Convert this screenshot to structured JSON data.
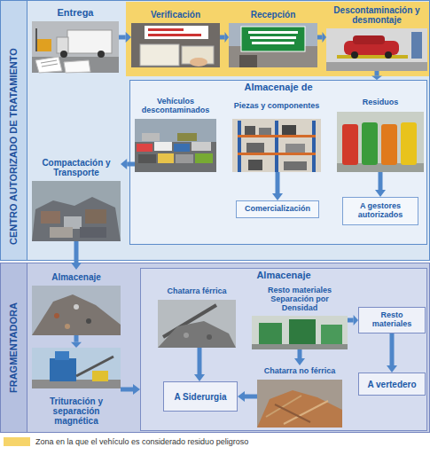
{
  "diagram": {
    "nodes": [
      {
        "text": [
          "CENTRO AUTORIZADO DE TRATAMIENTO"
        ]
      },
      {
        "text": [
          "Entrega"
        ],
        "in": 0
      },
      {
        "text": [
          "Verificación"
        ],
        "in": 0
      },
      {
        "text": [
          "Recepción"
        ],
        "in": 0
      },
      {
        "text": [
          "Descontaminación y desmontaje"
        ],
        "in": 0
      },
      {
        "text": [
          "Almacenaje de"
        ],
        "in": 0
      },
      {
        "text": [
          "Vehículos descontaminados"
        ],
        "in": 5
      },
      {
        "text": [
          "Piezas y componentes"
        ],
        "in": 5
      },
      {
        "text": [
          "Residuos"
        ],
        "in": 5
      },
      {
        "text": [
          "Compactación y Transporte"
        ],
        "in": 0
      },
      {
        "text": [
          "Comercialización"
        ],
        "in": 5
      },
      {
        "text": [
          "A gestores autorizados"
        ],
        "in": 5
      },
      {
        "text": [
          "FRAGMENTADORA"
        ]
      },
      {
        "text": [
          "Almacenaje"
        ],
        "in": 12
      },
      {
        "text": [
          "Trituración y separación magnética"
        ],
        "in": 12
      },
      {
        "text": [
          "Almacenaje"
        ],
        "in": 12
      },
      {
        "text": [
          "Chatarra férrica"
        ],
        "in": 15
      },
      {
        "text": [
          "Resto materiales Separación por Densidad"
        ],
        "in": 15
      },
      {
        "text": [
          "Resto materiales"
        ],
        "in": 15
      },
      {
        "text": [
          "Chatarra no férrica"
        ],
        "in": 15
      },
      {
        "text": [
          "A Siderurgia"
        ],
        "in": 15
      },
      {
        "text": [
          "A vertedero"
        ],
        "in": 15
      }
    ],
    "edges": [
      {
        "from": 1,
        "to": 2,
        "arrow": "to"
      },
      {
        "from": 2,
        "to": 3,
        "arrow": "to"
      },
      {
        "from": 3,
        "to": 4,
        "arrow": "to"
      },
      {
        "from": 4,
        "to": 5,
        "arrow": "to"
      },
      {
        "from": 6,
        "to": 9,
        "arrow": "to"
      },
      {
        "from": 7,
        "to": 10,
        "arrow": "to"
      },
      {
        "from": 8,
        "to": 11,
        "arrow": "to"
      },
      {
        "from": 9,
        "to": 13,
        "arrow": "to"
      },
      {
        "from": 13,
        "to": 14,
        "arrow": "to"
      },
      {
        "from": 14,
        "to": 15,
        "arrow": "to"
      },
      {
        "from": 16,
        "to": 20,
        "arrow": "to"
      },
      {
        "from": 17,
        "to": 18,
        "arrow": "to"
      },
      {
        "from": 17,
        "to": 19,
        "arrow": "to"
      },
      {
        "from": 19,
        "to": 20,
        "arrow": "to"
      },
      {
        "from": 18,
        "to": 21,
        "arrow": "to"
      }
    ],
    "legend": [
      {
        "text": "Zona en la que el vehículo es considerado residuo peligroso",
        "color": "#f6d46a"
      }
    ]
  }
}
